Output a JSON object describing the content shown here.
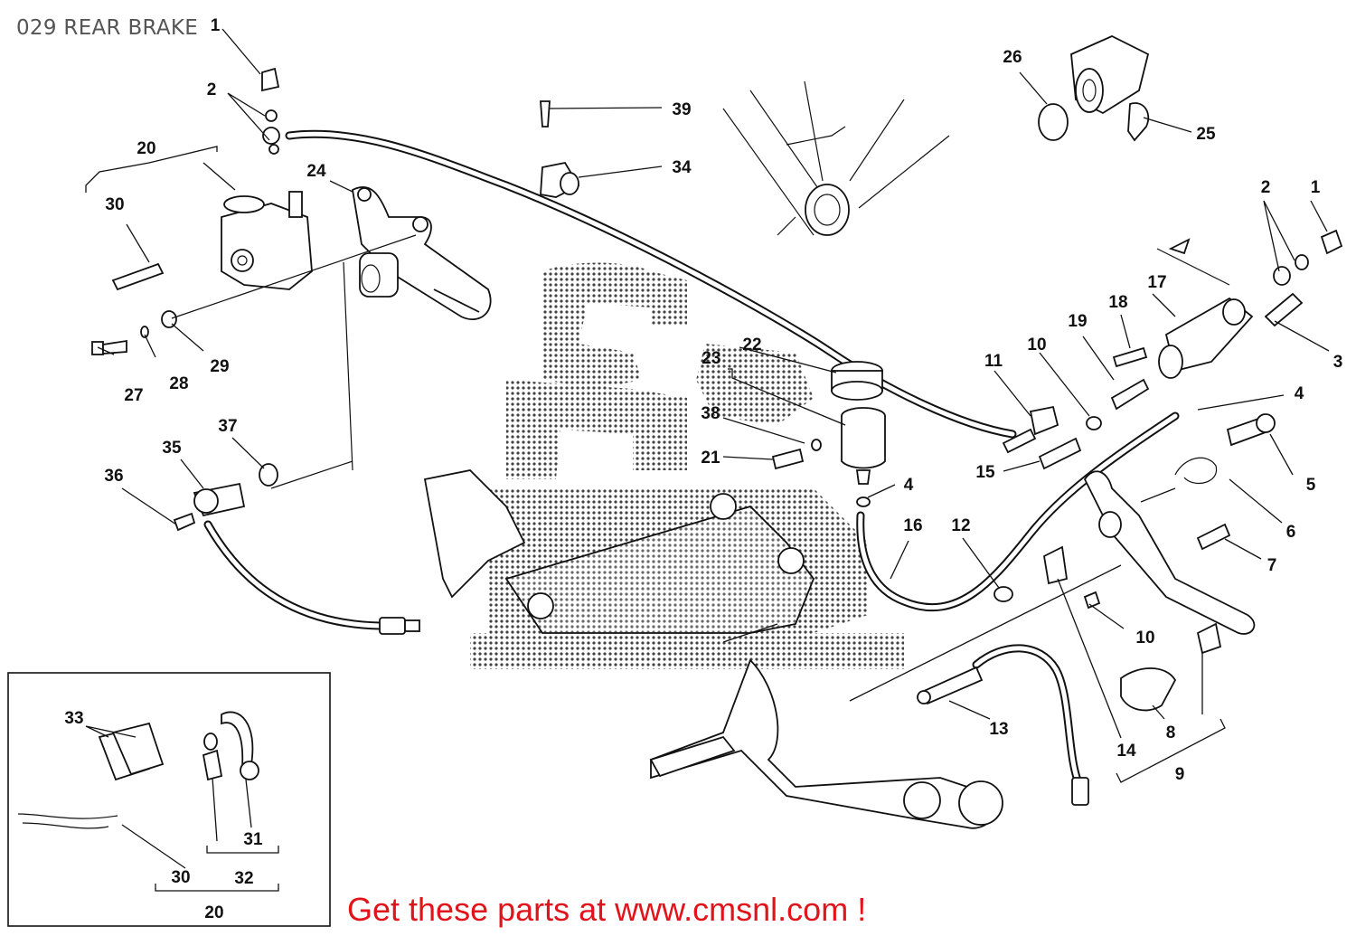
{
  "title": "029 REAR BRAKE",
  "promo": "Get these parts at www.cmsnl.com !",
  "callouts": {
    "c1a": "1",
    "c2a": "2",
    "c20a": "20",
    "c30a": "30",
    "c24": "24",
    "c27": "27",
    "c28": "28",
    "c29": "29",
    "c39": "39",
    "c34": "34",
    "c26": "26",
    "c25": "25",
    "c2b": "2",
    "c1b": "1",
    "c3": "3",
    "c17": "17",
    "c18": "18",
    "c19": "19",
    "c10a": "10",
    "c11": "11",
    "c4a": "4",
    "c23": "23",
    "c22": "22",
    "c38": "38",
    "c21": "21",
    "c4b": "4",
    "c15": "15",
    "c5": "5",
    "c6": "6",
    "c7": "7",
    "c16": "16",
    "c12": "12",
    "c10b": "10",
    "c37": "37",
    "c35": "35",
    "c36": "36",
    "c13": "13",
    "c14": "14",
    "c8": "8",
    "c9": "9",
    "c33": "33",
    "c31": "31",
    "c30b": "30",
    "c32": "32",
    "c20b": "20"
  },
  "colors": {
    "promo": "#e0141b",
    "title": "#555555",
    "ink": "#111111"
  }
}
